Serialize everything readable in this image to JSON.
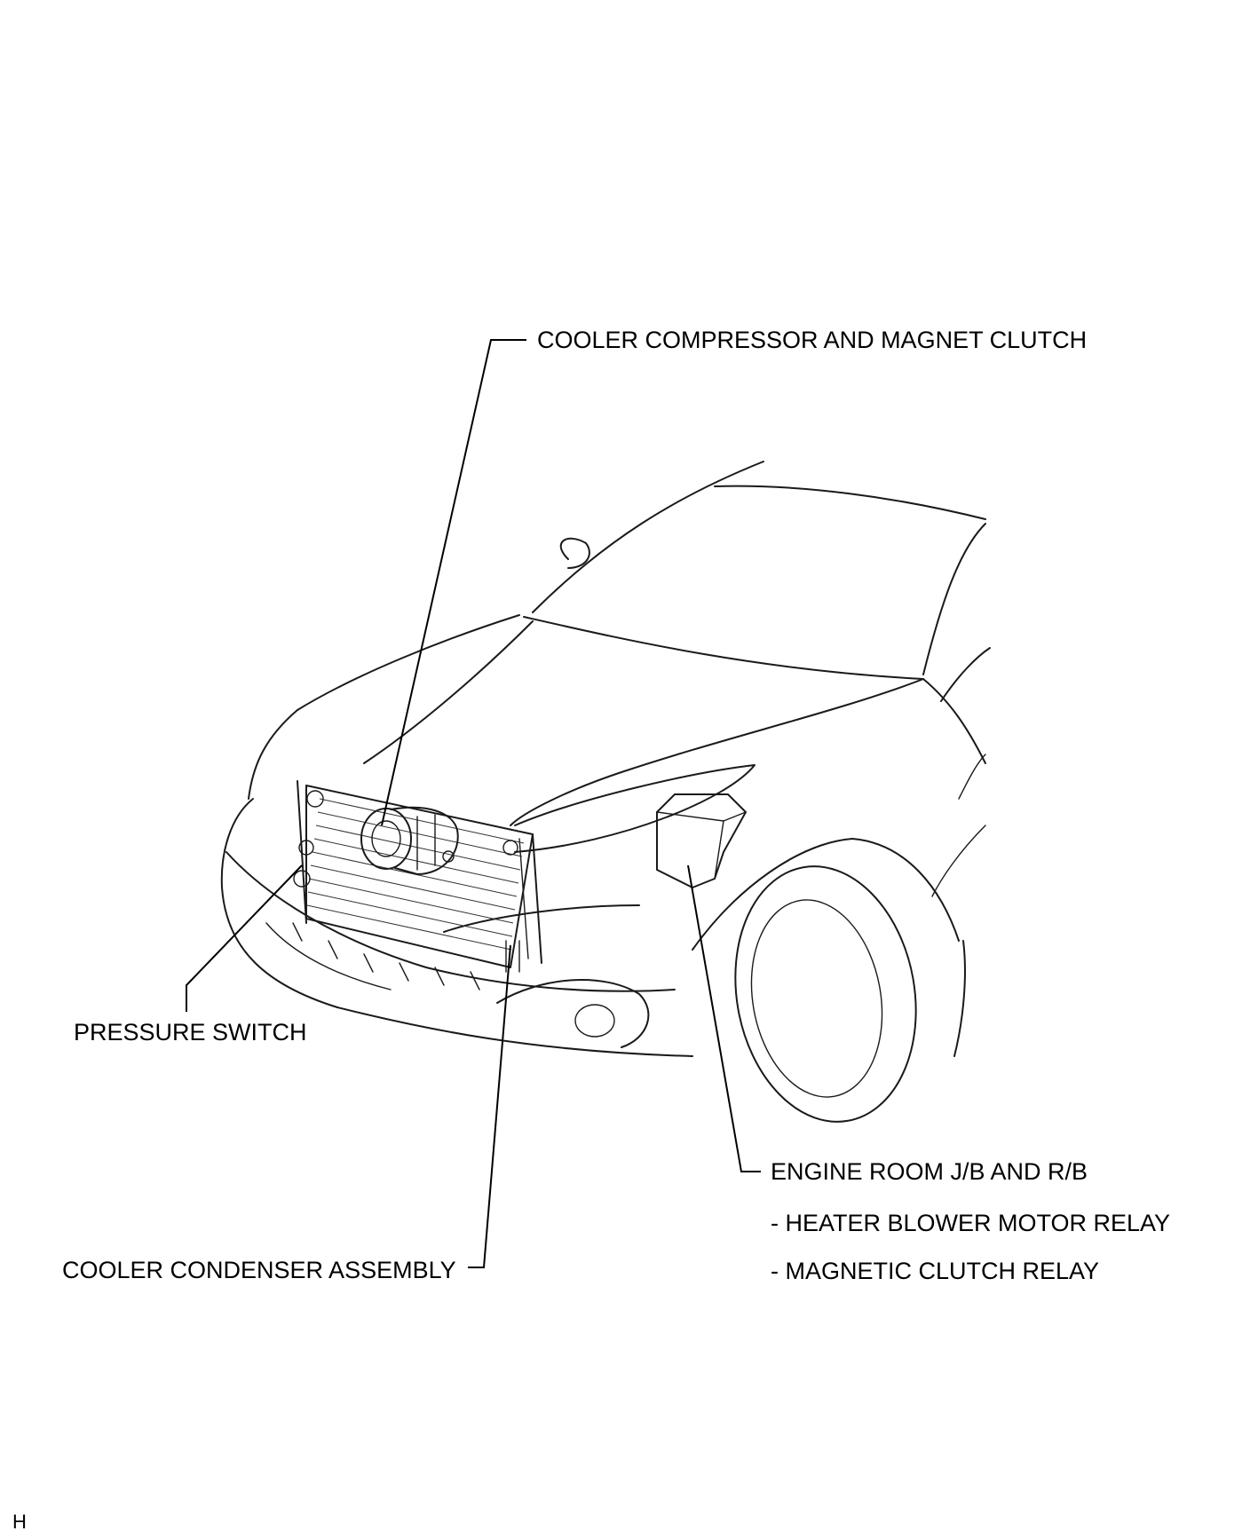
{
  "callouts": {
    "compressor": "COOLER COMPRESSOR AND MAGNET CLUTCH",
    "pressure_switch": "PRESSURE SWITCH",
    "engine_room_jb": "ENGINE ROOM J/B AND R/B",
    "heater_relay": "- HEATER BLOWER MOTOR RELAY",
    "clutch_relay": "- MAGNETIC CLUTCH RELAY",
    "condenser": "COOLER CONDENSER ASSEMBLY"
  },
  "figure_marker": "H"
}
